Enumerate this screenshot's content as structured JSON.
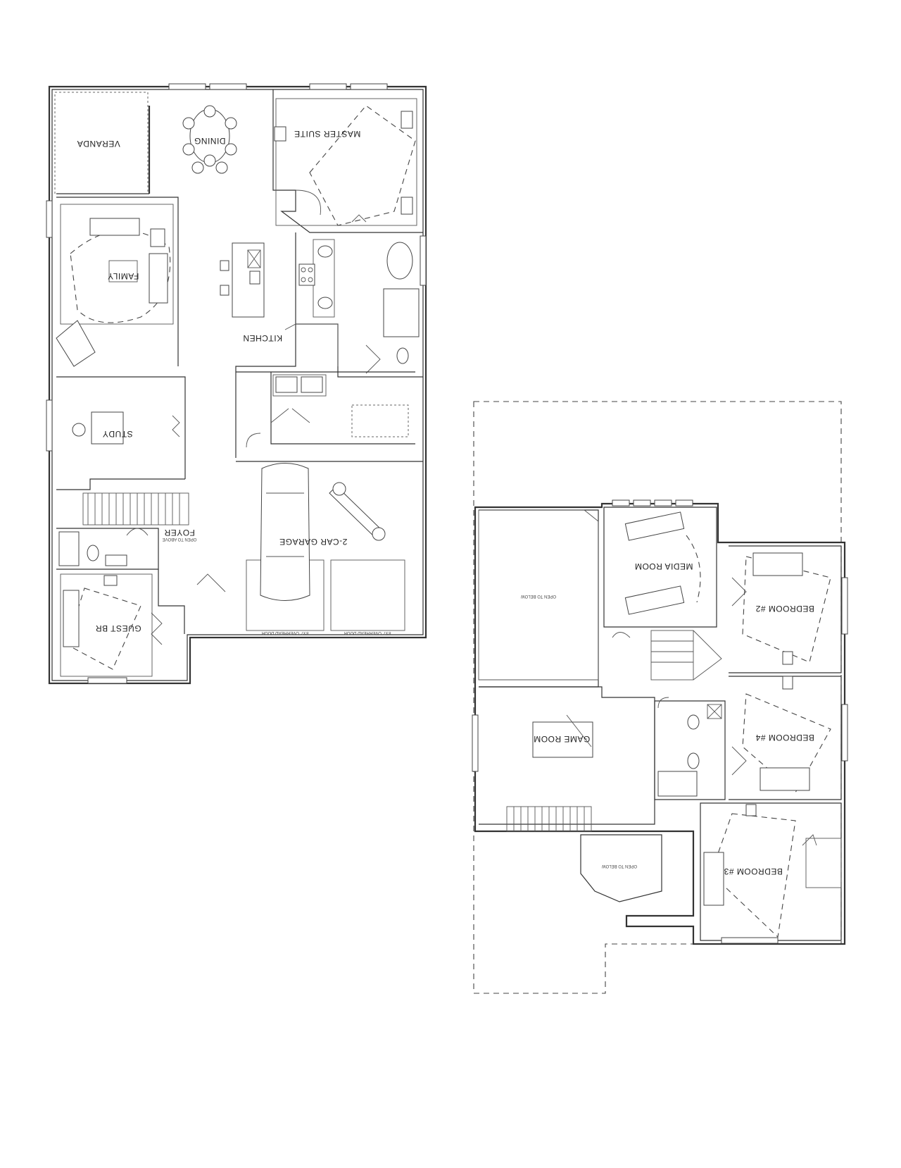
{
  "first_floor": {
    "rooms": {
      "veranda": "VERANDA",
      "dining": "DINING",
      "master_suite": "MASTER SUITE",
      "family": "FAMILY",
      "kitchen": "KITCHEN",
      "study": "STUDY",
      "foyer": "FOYER",
      "garage": "2-CAR GARAGE",
      "guest_br": "GUEST BR"
    },
    "notes": {
      "foyer_open": "OPEN TO ABOVE",
      "garage_door_left": "8'x7' OVERHEAD DOOR",
      "garage_door_right": "8'x7' OVERHEAD DOOR"
    }
  },
  "second_floor": {
    "rooms": {
      "media_room": "MEDIA ROOM",
      "bedroom_2": "BEDROOM #2",
      "bedroom_3": "BEDROOM #3",
      "bedroom_4": "BEDROOM #4",
      "game_room": "GAME ROOM"
    },
    "notes": {
      "open_below_large": "OPEN TO BELOW",
      "open_below_small": "OPEN TO BELOW"
    }
  }
}
